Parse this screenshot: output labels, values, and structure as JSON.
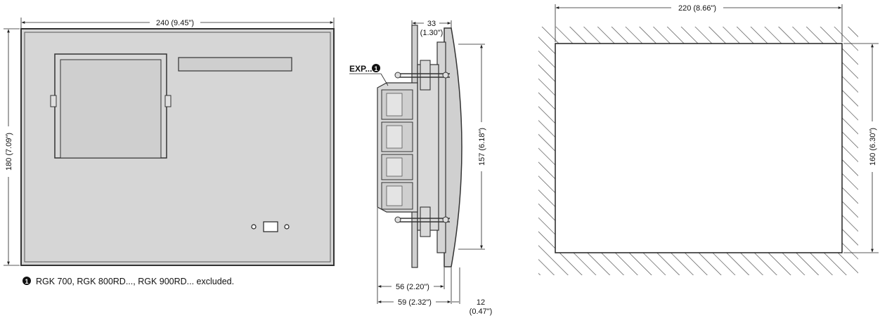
{
  "front_view": {
    "width_label": "240 (9.45\")",
    "height_label": "180 (7.09\")"
  },
  "side_view": {
    "depth_top_label": "33",
    "depth_top_label_in": "(1.30\")",
    "exp_label": "EXP...",
    "exp_marker": "1",
    "height_label": "157 (6.18\")",
    "depth_56_label": "56 (2.20\")",
    "depth_59_label": "59 (2.32\")",
    "depth_12_label": "12",
    "depth_12_label_in": "(0.47\")"
  },
  "cutout_view": {
    "width_label": "220 (8.66\")",
    "height_label": "160 (6.30\")"
  },
  "footnote": {
    "marker": "1",
    "text": "RGK 700, RGK 800RD..., RGK 900RD... excluded."
  },
  "colors": {
    "panel_fill": "#d9d9d9",
    "outline": "#333333",
    "hatch": "#444444"
  }
}
